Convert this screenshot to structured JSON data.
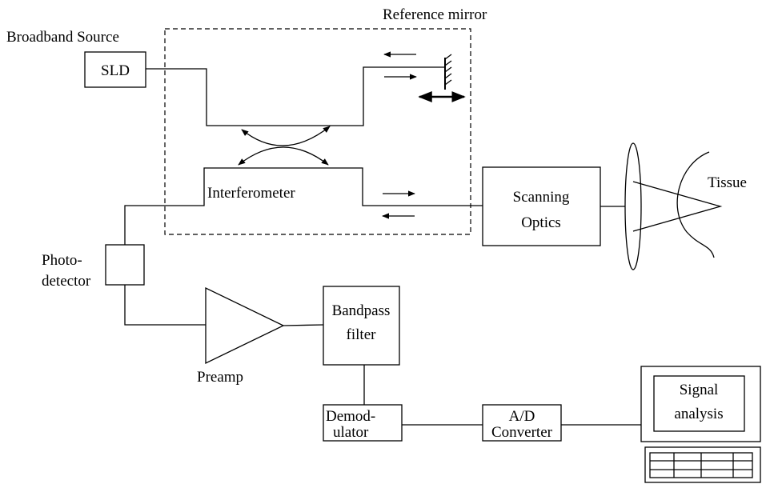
{
  "labels": {
    "broadband_source": "Broadband Source",
    "sld": "SLD",
    "reference_mirror": "Reference mirror",
    "interferometer": "Interferometer",
    "scanning": "Scanning",
    "optics": "Optics",
    "tissue": "Tissue",
    "photo": "Photo-",
    "detector": "detector",
    "preamp": "Preamp",
    "bandpass": "Bandpass",
    "filter": "filter",
    "demod": "Demod-",
    "ulator": "ulator",
    "ad": "A/D",
    "converter": "Converter",
    "signal": "Signal",
    "analysis": "analysis"
  }
}
